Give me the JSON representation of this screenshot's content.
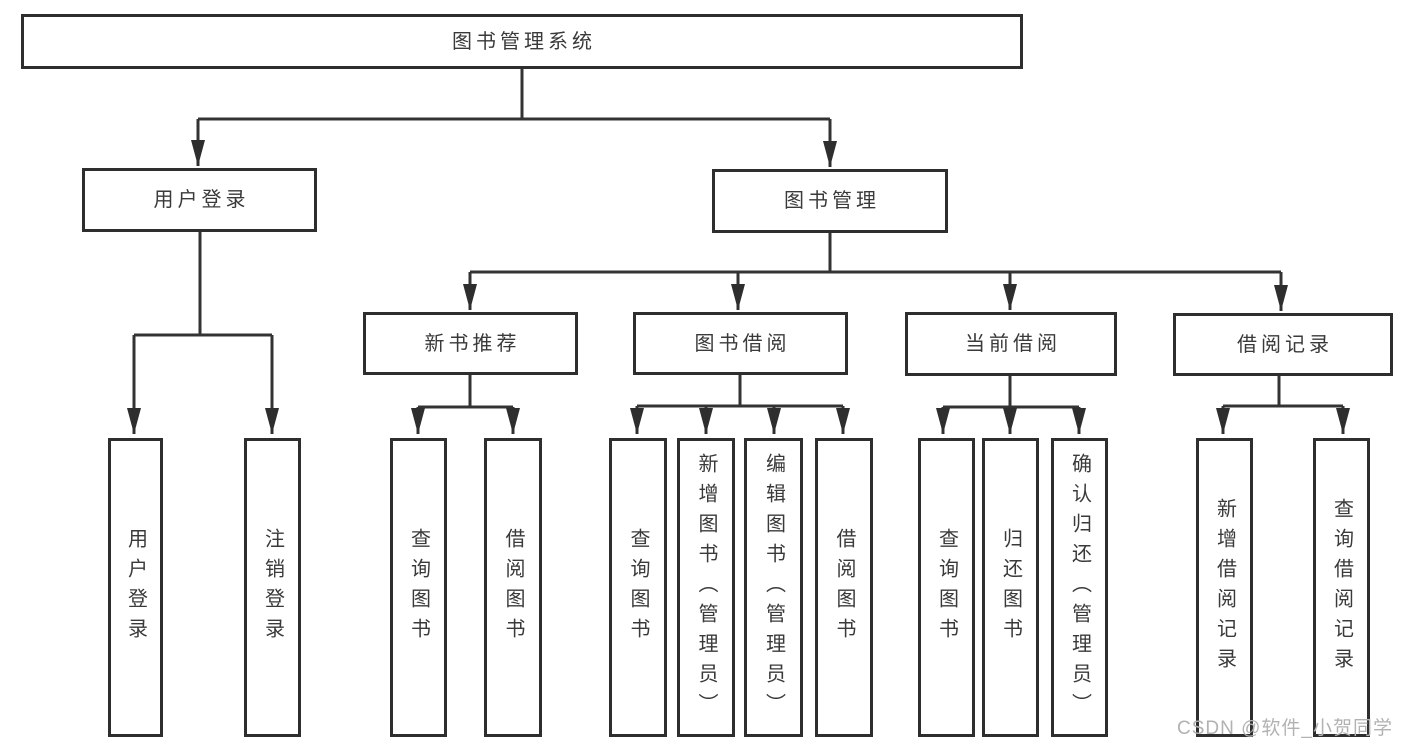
{
  "tree": {
    "label": "图书管理系统",
    "children": [
      {
        "label": "用户登录",
        "children": [
          {
            "label": "用户登录"
          },
          {
            "label": "注销登录"
          }
        ]
      },
      {
        "label": "图书管理",
        "children": [
          {
            "label": "新书推荐",
            "children": [
              {
                "label": "查询图书"
              },
              {
                "label": "借阅图书"
              }
            ]
          },
          {
            "label": "图书借阅",
            "children": [
              {
                "label": "查询图书"
              },
              {
                "label": "新增图书（管理员）"
              },
              {
                "label": "编辑图书（管理员）"
              },
              {
                "label": "借阅图书"
              }
            ]
          },
          {
            "label": "当前借阅",
            "children": [
              {
                "label": "查询图书"
              },
              {
                "label": "归还图书"
              },
              {
                "label": "确认归还（管理员）"
              }
            ]
          },
          {
            "label": "借阅记录",
            "children": [
              {
                "label": "新增借阅记录"
              },
              {
                "label": "查询借阅记录"
              }
            ]
          }
        ]
      }
    ]
  },
  "watermark": {
    "text": "CSDN @软件_小贺同学"
  },
  "colors": {
    "line": "#333333",
    "box_border": "#2e2e2e",
    "text": "#3a3a3a",
    "background": "#ffffff",
    "watermark": "#b2b2b2"
  }
}
